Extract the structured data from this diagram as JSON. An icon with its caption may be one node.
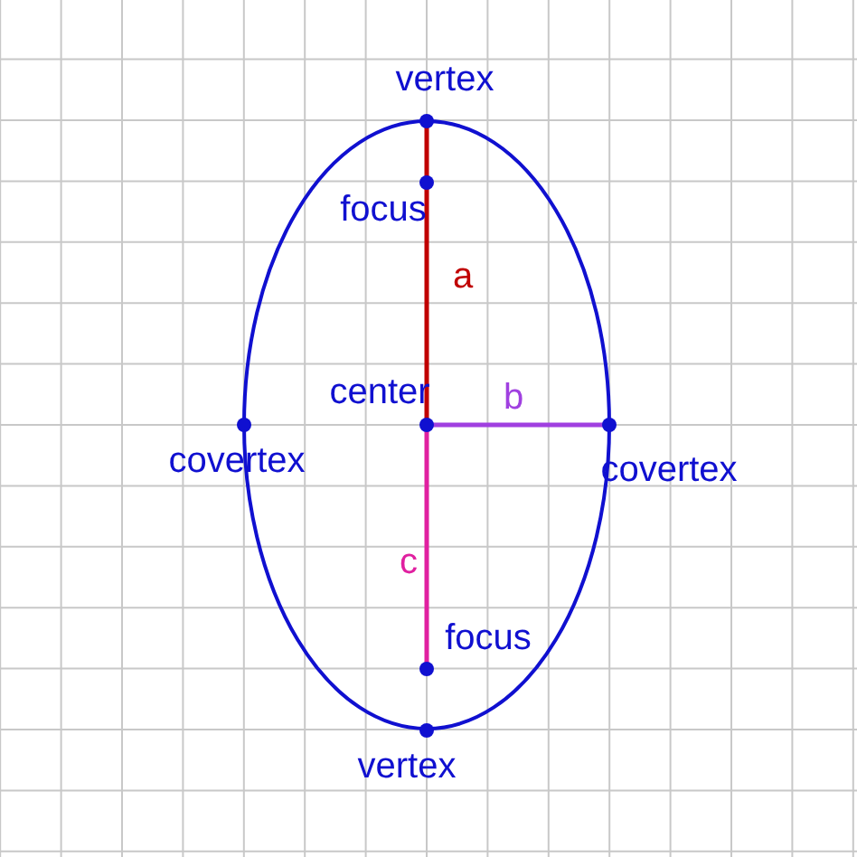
{
  "diagram": {
    "labels": [
      "vertex",
      "focus",
      "a",
      "center",
      "b",
      "covertex",
      "covertex",
      "c",
      "focus",
      "vertex"
    ]
  }
}
